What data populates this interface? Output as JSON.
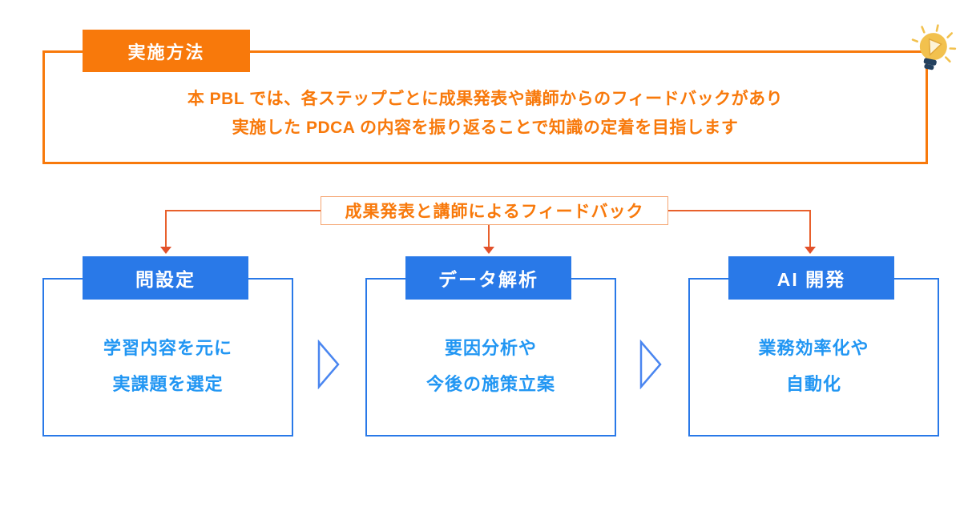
{
  "colors": {
    "orange": "#F8790B",
    "orange_light_border": "#F5A571",
    "connector": "#E8602C",
    "arrowhead": "#E2512B",
    "blue_header": "#2979E8",
    "blue_border": "#2979E8",
    "blue_text": "#2196F3",
    "chevron_blue": "#4A86F0",
    "bulb_yellow": "#F2C14E",
    "bulb_navy": "#24415F"
  },
  "header": {
    "title": "実施方法",
    "description_lines": [
      "本 PBL では、各ステップごとに成果発表や講師からのフィードバックがあり",
      "実施した PDCA の内容を振り返ることで知識の定着を目指します"
    ]
  },
  "feedback_label": "成果発表と講師によるフィードバック",
  "steps": [
    {
      "title": "問設定",
      "lines": [
        "学習内容を元に",
        "実課題を選定"
      ]
    },
    {
      "title": "データ解析",
      "lines": [
        "要因分析や",
        "今後の施策立案"
      ]
    },
    {
      "title": "AI 開発",
      "lines": [
        "業務効率化や",
        "自動化"
      ]
    }
  ],
  "icons": {
    "lightbulb": "lightbulb-icon",
    "next_step": "next-step-chevron-icon"
  }
}
